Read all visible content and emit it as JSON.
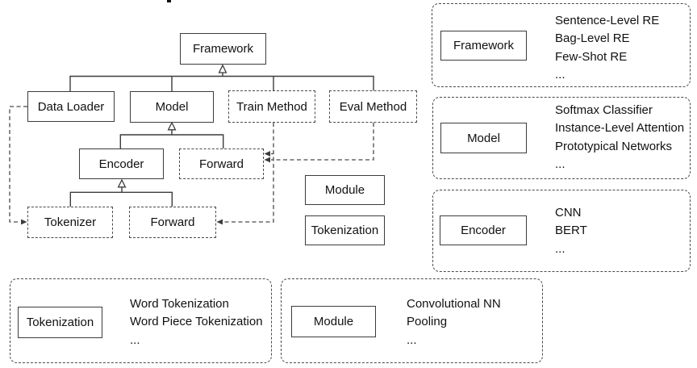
{
  "tree": {
    "framework": "Framework",
    "data_loader": "Data Loader",
    "model": "Model",
    "train_method": "Train Method",
    "eval_method": "Eval Method",
    "encoder": "Encoder",
    "forward_model": "Forward",
    "tokenizer": "Tokenizer",
    "forward_encoder": "Forward",
    "module": "Module",
    "tokenization": "Tokenization"
  },
  "panels": [
    {
      "label": "Framework",
      "items": [
        "Sentence-Level RE",
        "Bag-Level RE",
        "Few-Shot RE",
        "..."
      ]
    },
    {
      "label": "Model",
      "items": [
        "Softmax Classifier",
        "Instance-Level Attention",
        "Prototypical Networks",
        "..."
      ]
    },
    {
      "label": "Encoder",
      "items": [
        "CNN",
        "BERT",
        "..."
      ]
    },
    {
      "label": "Tokenization",
      "items": [
        "Word Tokenization",
        "Word Piece Tokenization",
        "..."
      ]
    },
    {
      "label": "Module",
      "items": [
        "Convolutional NN",
        "Pooling",
        "..."
      ]
    }
  ],
  "colors": {
    "line": "#3c3c3c",
    "dashed_line": "#4a4a4a",
    "text": "#111111",
    "background": "#ffffff"
  }
}
